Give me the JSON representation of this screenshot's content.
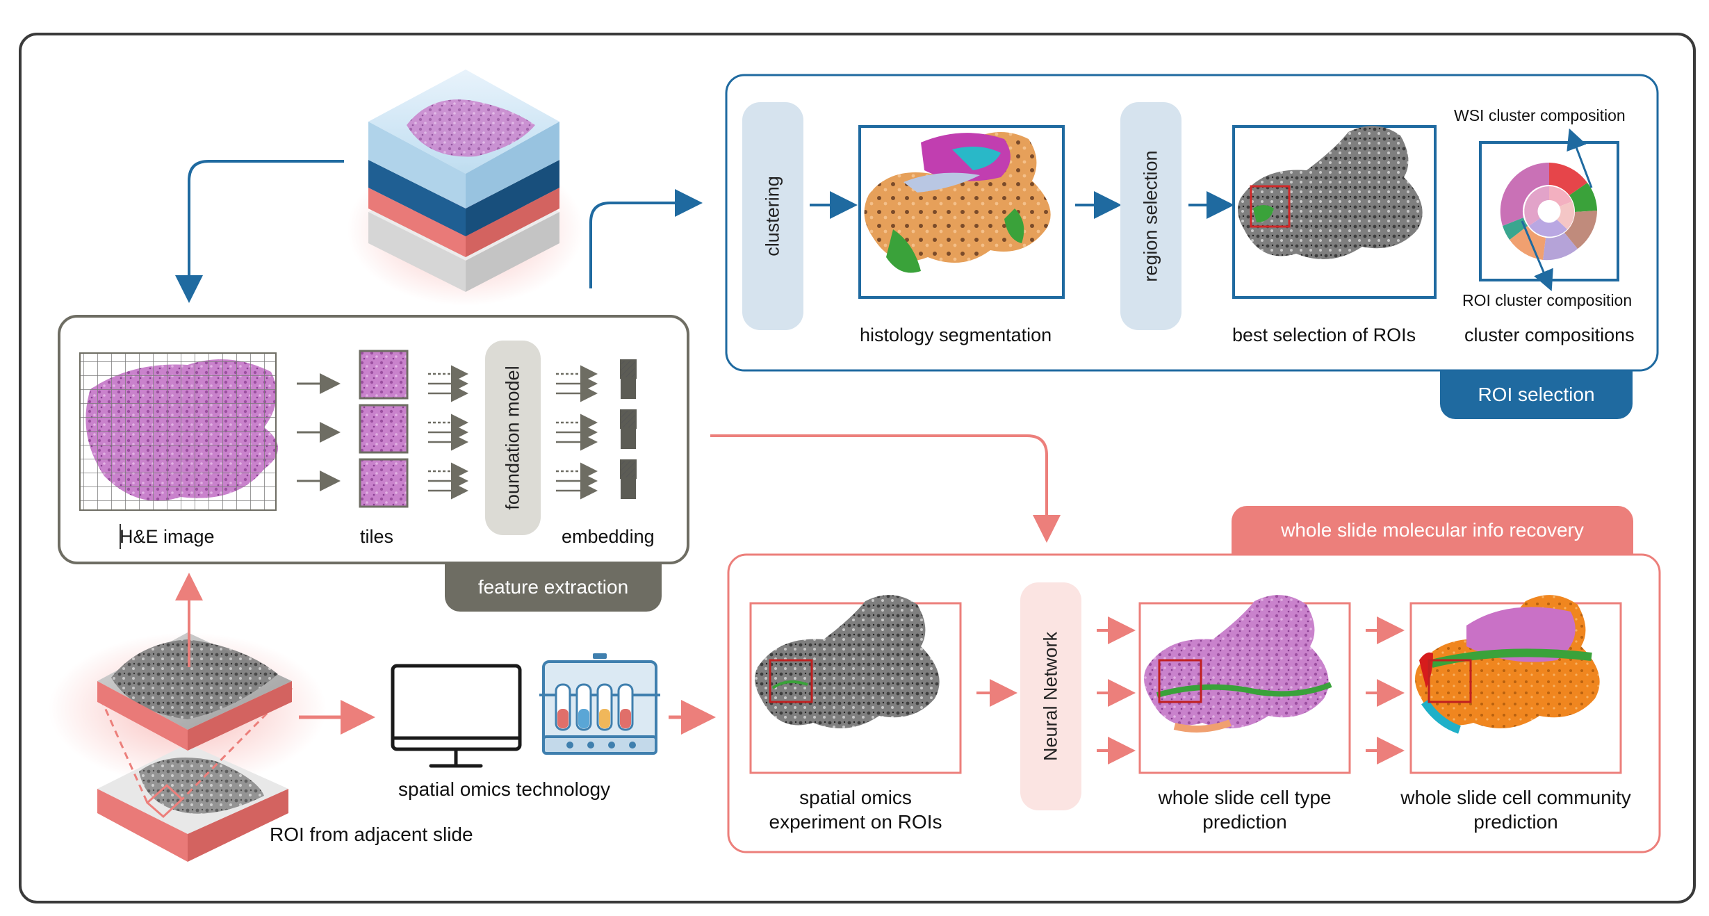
{
  "feature_extraction": {
    "tab_label": "feature extraction",
    "he_image_label": "H&E image",
    "tiles_label": "tiles",
    "model_label": "foundation model",
    "embedding_label": "embedding"
  },
  "roi_selection": {
    "tab_label": "ROI selection",
    "clustering_label": "clustering",
    "histology_label": "histology segmentation",
    "region_selection_label": "region selection",
    "best_roi_label": "best selection of ROIs",
    "cluster_comp_label": "cluster compositions",
    "wsi_comp_label": "WSI cluster composition",
    "roi_comp_label": "ROI cluster composition"
  },
  "recovery": {
    "tab_label": "whole slide molecular info recovery",
    "spatial_label_1": "spatial omics",
    "spatial_label_2": "experiment on ROIs",
    "nn_label": "Neural Network",
    "celltype_label_1": "whole slide cell type",
    "celltype_label_2": "prediction",
    "community_label_1": "whole slide cell community",
    "community_label_2": "prediction"
  },
  "bottom": {
    "roi_adjacent_label": "ROI from adjacent slide",
    "tech_label": "spatial omics technology"
  },
  "colors": {
    "blue": "#1f6aa0",
    "salmon": "#ec7f7b",
    "gray_panel": "#6e6d63",
    "pill_blue": "#d6e3ee",
    "pill_gray": "#dcdbd5",
    "pill_pink": "#fbe4e2",
    "tissue_pink": "#c377c6"
  }
}
